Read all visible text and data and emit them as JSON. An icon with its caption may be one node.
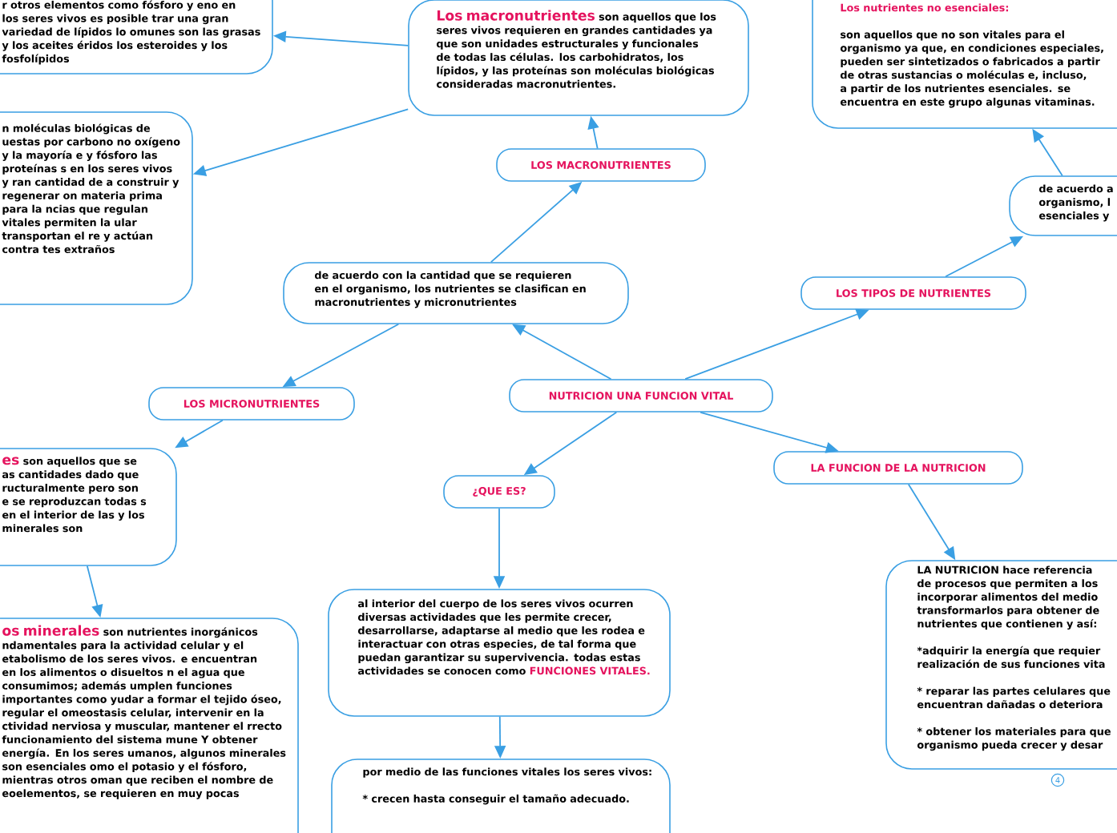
{
  "diagram": {
    "nodes": [
      {
        "text": [
          "r otros elementos como fósforo y eno en los seres vivos es posible trar una gran variedad de lípidos lo omunes son las grasas y los aceites éridos los esteroides y los fosfolípidos"
        ]
      },
      {
        "text": [
          "**Los macronutrientes** son aquellos que los seres vivos requieren en grandes cantidades ya que son unidades estructurales y funcionales de todas las células. los carbohidratos, los lípidos, y las proteínas son moléculas biológicas consideradas macronutrientes."
        ]
      },
      {
        "text": [
          "Los nutrientes no esenciales:",
          "son aquellos que no son vitales para el organismo ya que, en condiciones especiales, pueden ser sintetizados o fabricados a partir de otras sustancias o moléculas e, incluso, a partir de los nutrientes esenciales. se encuentra en este grupo algunas vitaminas."
        ]
      },
      {
        "text": [
          "n moléculas biológicas de uestas por carbono no oxígeno y la mayoría e y fósforo las proteínas s en los seres vivos y ran cantidad de a construir y regenerar on materia prima para la ncias que regulan vitales permiten la ular transportan el re y actúan contra tes extraños"
        ]
      },
      {
        "text": [
          "LOS MACRONUTRIENTES"
        ]
      },
      {
        "text": [
          "de acuerdo con la cantidad que se requieren en el organismo, los nutrientes se clasifican en macronutrientes y micronutrientes"
        ]
      },
      {
        "text": [
          "de acuerdo a organismo, l esenciales y"
        ]
      },
      {
        "text": [
          "LOS TIPOS DE NUTRIENTES"
        ]
      },
      {
        "text": [
          "NUTRICION UNA FUNCION VITAL"
        ]
      },
      {
        "text": [
          "LOS MICRONUTRIENTES"
        ]
      },
      {
        "text": [
          "**es** son aquellos que se as cantidades dado que ructuralmente pero son e se reproduzcan todas s en el interior de las y los minerales son"
        ]
      },
      {
        "text": [
          "¿QUE ES?"
        ]
      },
      {
        "text": [
          "LA FUNCION DE LA NUTRICION"
        ]
      },
      {
        "text": [
          "**os minerales** son nutrientes inorgánicos ndamentales para la actividad celular y el etabolismo de los seres vivos. e encuentran en los alimentos o disueltos n el agua que consumimos; además umplen funciones importantes como yudar a formar el tejido óseo, regular el omeostasis celular, intervenir en la ctividad nerviosa y muscular, mantener el rrecto funcionamiento del sistema mune Y obtener energía. En los seres umanos, algunos minerales son esenciales omo el potasio y el fósforo, mientras otros oman que reciben el nombre de eoelementos, se requieren en muy pocas"
        ]
      },
      {
        "text": [
          "al interior del cuerpo de los seres vivos ocurren diversas actividades que les permite crecer, desarrollarse, adaptarse al medio que les rodea e interactuar con otras especies, de tal forma que puedan garantizar su supervivencia. todas estas actividades se conocen como **FUNCIONES VITALES.**"
        ]
      },
      {
        "text": [
          "LA NUTRICION hace referencia de procesos que permiten a los incorporar alimentos del medio transformarlos para obtener de nutrientes que contienen y así:",
          "*adquirir la energía que requier realización de sus funciones vita",
          "* reparar las partes celulares que encuentran dañadas o deteriora",
          "* obtener los materiales para que organismo pueda crecer y desar"
        ]
      },
      {
        "text": [
          "por medio de las funciones vitales los seres vivos:",
          "* crecen hasta conseguir el tamaño adecuado."
        ]
      }
    ],
    "edges": [
      {
        "from": 1,
        "to": 0,
        "arrow": "to"
      },
      {
        "from": 1,
        "to": 3,
        "arrow": "to"
      },
      {
        "from": 4,
        "to": 1,
        "arrow": "to"
      },
      {
        "from": 5,
        "to": 4,
        "arrow": "to"
      },
      {
        "from": 8,
        "to": 5,
        "arrow": "to"
      },
      {
        "from": 5,
        "to": 9,
        "arrow": "to"
      },
      {
        "from": 9,
        "to": 10,
        "arrow": "to"
      },
      {
        "from": 10,
        "to": 13,
        "arrow": "to"
      },
      {
        "from": 8,
        "to": 7,
        "arrow": "to"
      },
      {
        "from": 7,
        "to": 6,
        "arrow": "to"
      },
      {
        "from": 6,
        "to": 2,
        "arrow": "to"
      },
      {
        "from": 8,
        "to": 11,
        "arrow": "to"
      },
      {
        "from": 8,
        "to": 12,
        "arrow": "to"
      },
      {
        "from": 11,
        "to": 14,
        "arrow": "to"
      },
      {
        "from": 14,
        "to": 16,
        "arrow": "to"
      },
      {
        "from": 12,
        "to": 15,
        "arrow": "to"
      }
    ],
    "labels": [
      "4"
    ]
  }
}
